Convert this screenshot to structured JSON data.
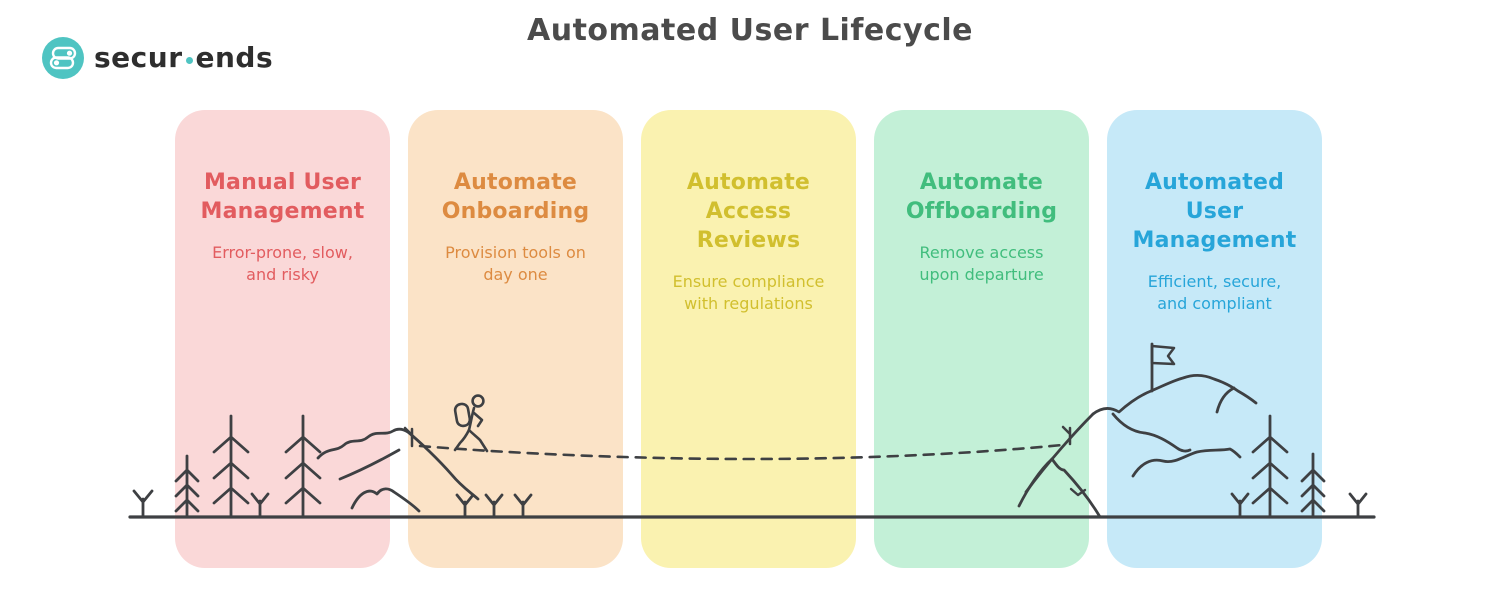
{
  "page": {
    "title": "Automated User Lifecycle"
  },
  "logo": {
    "brand_part1": "secur",
    "brand_part2": "ends",
    "icon": "securends-toggle-s-icon",
    "icon_bg": "#4fc4c2",
    "icon_fg": "#ffffff"
  },
  "stages": [
    {
      "title": "Manual User Management",
      "description": "Error-prone, slow, and risky",
      "bg": "#fad8d8",
      "fg": "#e25c5f"
    },
    {
      "title": "Automate Onboarding",
      "description": "Provision tools on day one",
      "bg": "#fbe3c7",
      "fg": "#dd8b41"
    },
    {
      "title": "Automate Access Reviews",
      "description": "Ensure compliance with regulations",
      "bg": "#faf2b0",
      "fg": "#d1bf2e"
    },
    {
      "title": "Automate Offboarding",
      "description": "Remove access upon departure",
      "bg": "#c3f0d7",
      "fg": "#41bd7d"
    },
    {
      "title": "Automated User Management",
      "description": "Efficient, secure, and compliant",
      "bg": "#c6e9f8",
      "fg": "#27a5d9"
    }
  ],
  "illustration": {
    "stroke": "#3e4043",
    "elements": [
      "ground-line",
      "forest-left",
      "mountain-left",
      "trail-marker-left",
      "hiker",
      "trail-dashed-path",
      "mountain-right",
      "trail-marker-right",
      "summit-flag",
      "forest-right"
    ]
  }
}
